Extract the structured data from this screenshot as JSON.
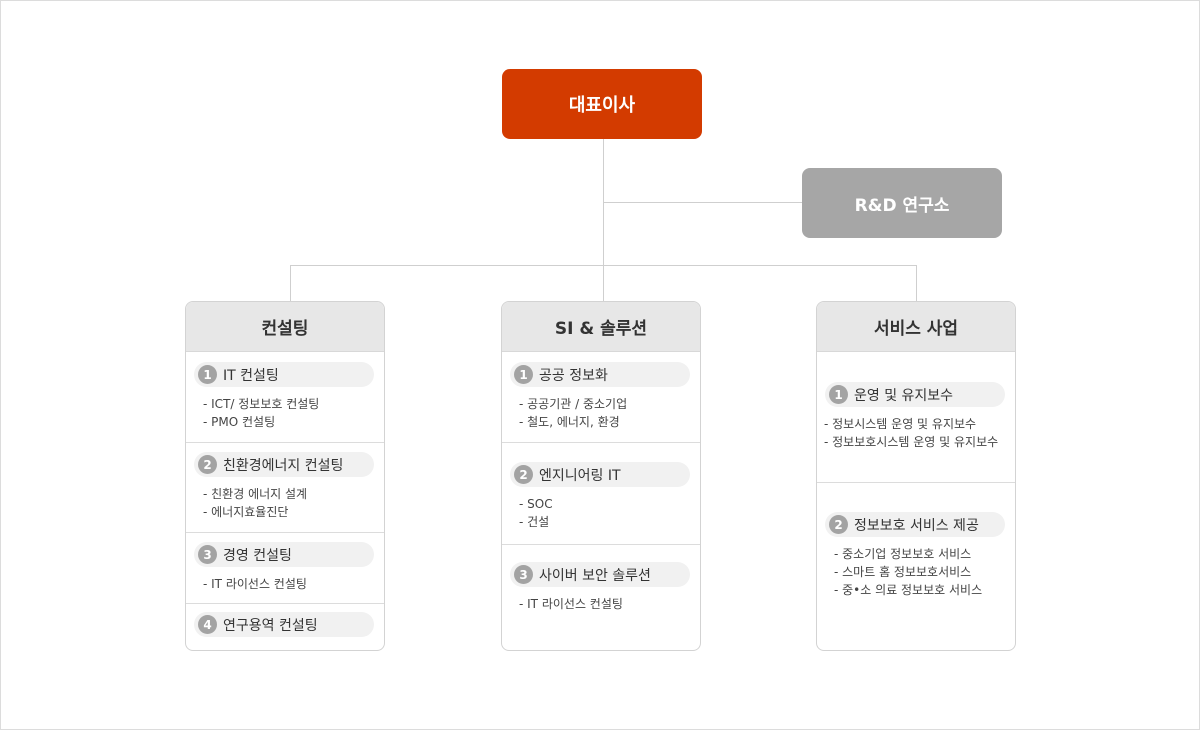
{
  "ceo": "대표이사",
  "rnd": "R&D 연구소",
  "columns": [
    {
      "title": "컨설팅",
      "sections": [
        {
          "num": "1",
          "title": "IT 컨설팅",
          "items": [
            "- ICT/ 정보보호 컨설팅",
            "- PMO 컨설팅"
          ]
        },
        {
          "num": "2",
          "title": "친환경에너지 컨설팅",
          "items": [
            "- 친환경 에너지 설계",
            "- 에너지효율진단"
          ]
        },
        {
          "num": "3",
          "title": "경영 컨설팅",
          "items": [
            "- IT 라이선스 컨설팅"
          ]
        },
        {
          "num": "4",
          "title": "연구용역 컨설팅",
          "items": []
        }
      ]
    },
    {
      "title": "SI & 솔루션",
      "sections": [
        {
          "num": "1",
          "title": "공공 정보화",
          "items": [
            "- 공공기관 / 중소기업",
            "- 철도, 에너지, 환경"
          ]
        },
        {
          "num": "2",
          "title": "엔지니어링 IT",
          "items": [
            "- SOC",
            "- 건설"
          ]
        },
        {
          "num": "3",
          "title": "사이버 보안 솔루션",
          "items": [
            "- IT 라이선스 컨설팅"
          ]
        }
      ]
    },
    {
      "title": "서비스 사업",
      "sections": [
        {
          "num": "1",
          "title": "운영 및 유지보수",
          "items": [
            "- 정보시스템 운영 및 유지보수",
            "- 정보보호시스템 운영 및 유지보수"
          ]
        },
        {
          "num": "2",
          "title": "정보보호 서비스 제공",
          "items": [
            "- 중소기업 정보보호 서비스",
            "- 스마트 홈 정보보호서비스",
            "- 중•소 의료 정보보호 서비스"
          ]
        }
      ]
    }
  ]
}
